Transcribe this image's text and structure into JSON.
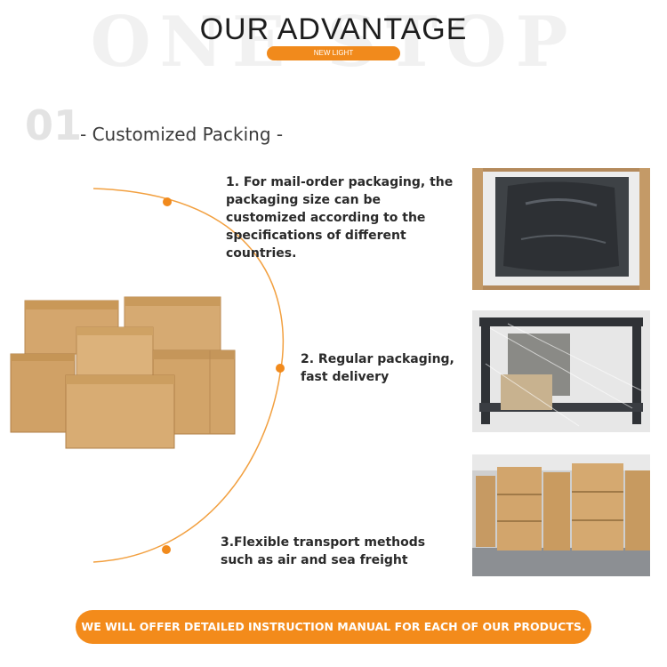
{
  "header": {
    "background_word": "ONE STOP",
    "title": "OUR ADVANTAGE",
    "tag": "NEW LIGHT"
  },
  "section": {
    "number": "01",
    "title": "- Customized Packing -"
  },
  "features": [
    {
      "text": "1. For mail-order packaging, the packaging size can be customized according to the specifications of different countries."
    },
    {
      "text": "2. Regular packaging, fast delivery"
    },
    {
      "text": "3.Flexible transport methods such as air and sea freight"
    }
  ],
  "banner": {
    "text": "WE WILL OFFER DETAILED INSTRUCTION MANUAL FOR EACH OF OUR PRODUCTS."
  },
  "colors": {
    "accent": "#f18a1c",
    "cardboard": "#d2a46c"
  }
}
